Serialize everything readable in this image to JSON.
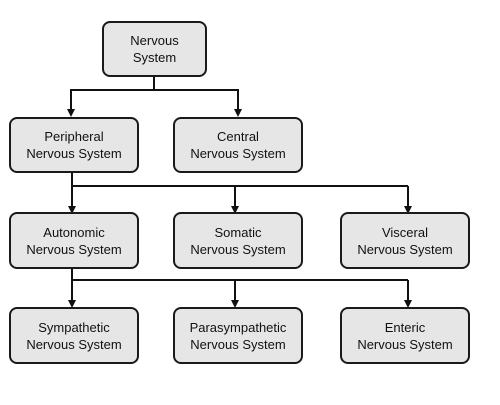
{
  "diagram": {
    "root": {
      "line1": "Nervous",
      "line2": "System"
    },
    "level1": {
      "peripheral": {
        "line1": "Peripheral",
        "line2": "Nervous System"
      },
      "central": {
        "line1": "Central",
        "line2": "Nervous System"
      }
    },
    "level2": {
      "autonomic": {
        "line1": "Autonomic",
        "line2": "Nervous System"
      },
      "somatic": {
        "line1": "Somatic",
        "line2": "Nervous System"
      },
      "visceral": {
        "line1": "Visceral",
        "line2": "Nervous System"
      }
    },
    "level3": {
      "sympathetic": {
        "line1": "Sympathetic",
        "line2": "Nervous System"
      },
      "parasympathetic": {
        "line1": "Parasympathetic",
        "line2": "Nervous System"
      },
      "enteric": {
        "line1": "Enteric",
        "line2": "Nervous System"
      }
    }
  }
}
